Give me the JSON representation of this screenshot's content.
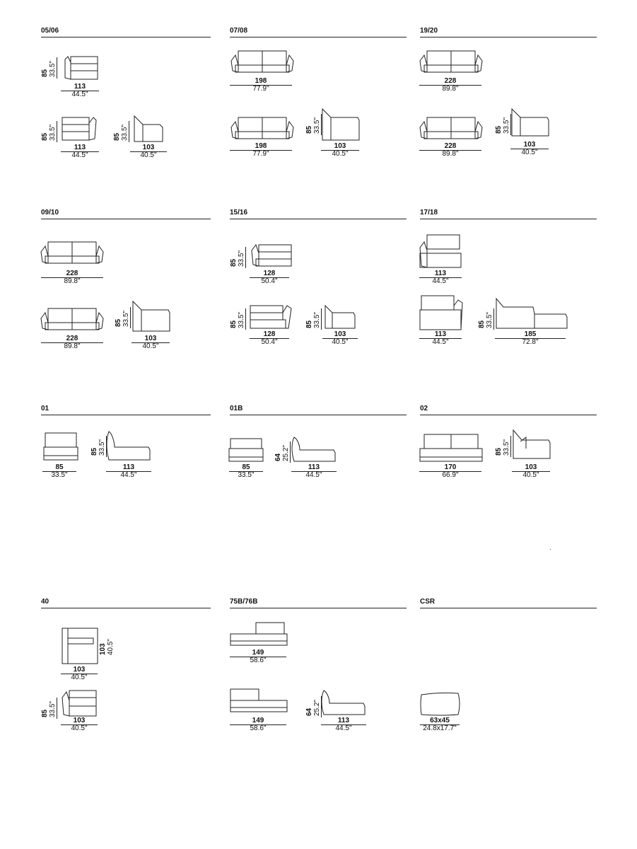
{
  "sections": {
    "s0506": {
      "title": "05/06",
      "a": {
        "w_cm": "113",
        "w_in": "44.5\"",
        "h_cm": "85",
        "h_in": "33.5\""
      },
      "b": {
        "w_cm": "113",
        "w_in": "44.5\"",
        "h_cm": "85",
        "h_in": "33.5\""
      },
      "c": {
        "w_cm": "103",
        "w_in": "40.5\"",
        "h_cm": "85",
        "h_in": "33.5\""
      }
    },
    "s0708": {
      "title": "07/08",
      "a": {
        "w_cm": "198",
        "w_in": "77.9\""
      },
      "b": {
        "w_cm": "198",
        "w_in": "77.9\""
      },
      "c": {
        "w_cm": "103",
        "w_in": "40.5\"",
        "h_cm": "85",
        "h_in": "33.5\""
      }
    },
    "s1920": {
      "title": "19/20",
      "a": {
        "w_cm": "228",
        "w_in": "89.8\""
      },
      "b": {
        "w_cm": "228",
        "w_in": "89.8\""
      },
      "c": {
        "w_cm": "103",
        "w_in": "40.5\"",
        "h_cm": "85",
        "h_in": "33.5\""
      }
    },
    "s0910": {
      "title": "09/10",
      "a": {
        "w_cm": "228",
        "w_in": "89.8\""
      },
      "b": {
        "w_cm": "228",
        "w_in": "89.8\""
      },
      "c": {
        "w_cm": "103",
        "w_in": "40.5\"",
        "h_cm": "85",
        "h_in": "33.5\""
      }
    },
    "s1516": {
      "title": "15/16",
      "a": {
        "w_cm": "128",
        "w_in": "50.4\"",
        "h_cm": "85",
        "h_in": "33.5\""
      },
      "b": {
        "w_cm": "128",
        "w_in": "50.4\"",
        "h_cm": "85",
        "h_in": "33.5\""
      },
      "c": {
        "w_cm": "103",
        "w_in": "40.5\"",
        "h_cm": "85",
        "h_in": "33.5\""
      }
    },
    "s1718": {
      "title": "17/18",
      "a": {
        "w_cm": "113",
        "w_in": "44.5\""
      },
      "b": {
        "w_cm": "113",
        "w_in": "44.5\""
      },
      "c": {
        "w_cm": "185",
        "w_in": "72.8\"",
        "h_cm": "85",
        "h_in": "33.5\""
      }
    },
    "s01": {
      "title": "01",
      "a": {
        "w_cm": "85",
        "w_in": "33.5\""
      },
      "c": {
        "w_cm": "113",
        "w_in": "44.5\"",
        "h_cm": "85",
        "h_in": "33.5\""
      }
    },
    "s01b": {
      "title": "01B",
      "a": {
        "w_cm": "85",
        "w_in": "33.5\""
      },
      "c": {
        "w_cm": "113",
        "w_in": "44.5\"",
        "h_cm": "64",
        "h_in": "25.2\""
      }
    },
    "s02": {
      "title": "02",
      "a": {
        "w_cm": "170",
        "w_in": "66.9\""
      },
      "c": {
        "w_cm": "103",
        "w_in": "40.5\"",
        "h_cm": "85",
        "h_in": "33.5\""
      }
    },
    "s40": {
      "title": "40",
      "a": {
        "w_cm": "103",
        "w_in": "40.5\"",
        "h_cm": "103",
        "h_in": "40.5\""
      },
      "b": {
        "w_cm": "103",
        "w_in": "40.5\"",
        "h_cm": "85",
        "h_in": "33.5\""
      }
    },
    "s75": {
      "title": "75B/76B",
      "a": {
        "w_cm": "149",
        "w_in": "58.6\""
      },
      "b": {
        "w_cm": "149",
        "w_in": "58.6\""
      },
      "c": {
        "w_cm": "113",
        "w_in": "44.5\"",
        "h_cm": "64",
        "h_in": "25.2\""
      }
    },
    "scsr": {
      "title": "CSR",
      "a": {
        "w_cm": "63x45",
        "w_in": "24.8x17.7\""
      }
    }
  }
}
